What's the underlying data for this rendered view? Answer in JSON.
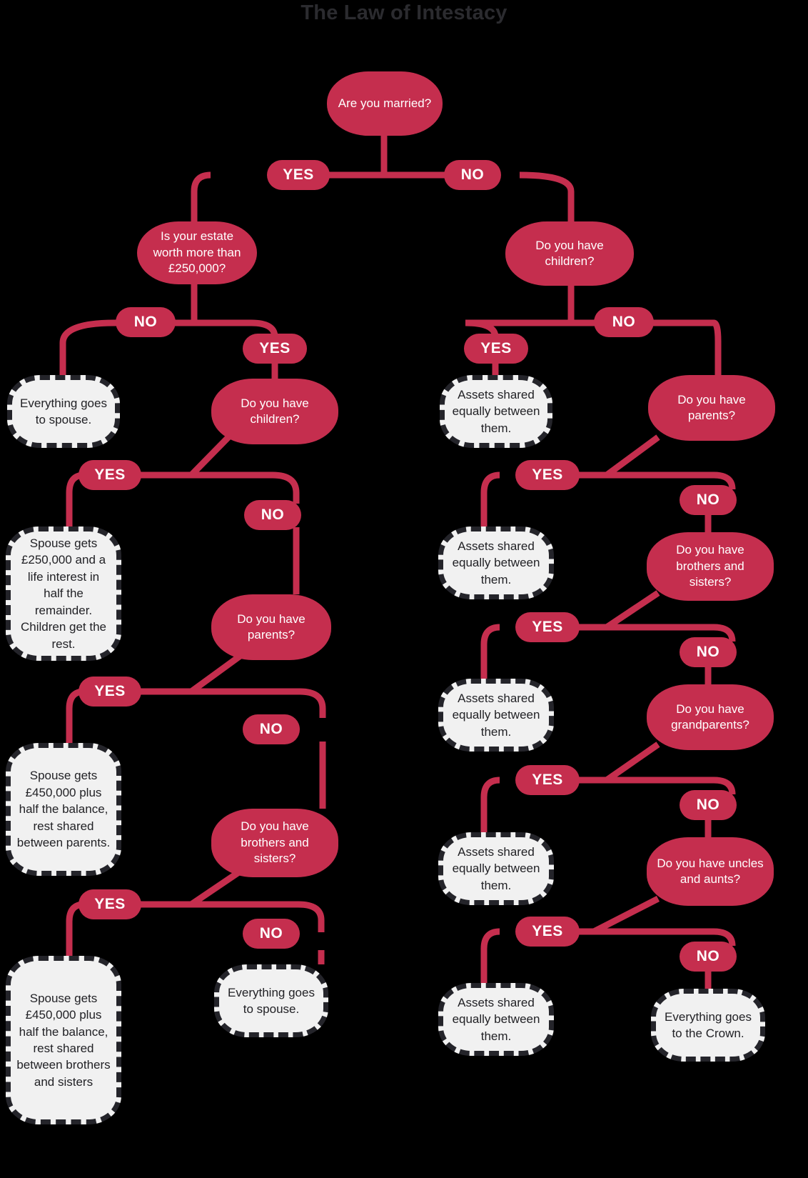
{
  "title": "The Law of Intestacy",
  "colors": {
    "background": "#000000",
    "accent": "#c52e4e",
    "outcome_fill": "#f1f1f1",
    "outcome_border": "#24242a",
    "title_text": "#2b2b2f",
    "question_text": "#ffffff",
    "outcome_text": "#222226"
  },
  "labels": {
    "yes": "YES",
    "no": "NO"
  },
  "nodes": {
    "root": "Are you married?",
    "estate_value": "Is your estate worth more than £250,000?",
    "married_children": "Do you have children?",
    "married_parents": "Do you have parents?",
    "married_siblings": "Do you have brothers and sisters?",
    "single_children": "Do you have children?",
    "single_parents": "Do you have parents?",
    "single_siblings": "Do you have brothers and sisters?",
    "single_grandparents": "Do you have grandparents?",
    "single_uncles": "Do you have uncles and aunts?"
  },
  "outcomes": {
    "everything_spouse_1": "Everything goes to spouse.",
    "spouse_250k": "Spouse gets £250,000 and a life interest in half the remainder. Children get the rest.",
    "spouse_450k_parents": "Spouse gets £450,000 plus half the balance, rest shared between parents.",
    "spouse_450k_siblings": "Spouse gets £450,000 plus half the balance, rest shared between brothers and sisters",
    "everything_spouse_2": "Everything goes to spouse.",
    "assets_children": "Assets shared equally between them.",
    "assets_parents": "Assets shared equally between them.",
    "assets_siblings": "Assets shared equally between them.",
    "assets_grandparents": "Assets shared equally between them.",
    "assets_uncles": "Assets shared equally between them.",
    "crown": "Everything goes to the Crown."
  },
  "chart_data": {
    "type": "diagram",
    "diagram_kind": "decision-tree-flowchart",
    "title": "The Law of Intestacy",
    "edges": [
      {
        "from": "Are you married?",
        "label": "YES",
        "to": "Is your estate worth more than £250,000?"
      },
      {
        "from": "Are you married?",
        "label": "NO",
        "to": "Do you have children?"
      },
      {
        "from": "Is your estate worth more than £250,000?",
        "label": "NO",
        "to": "Everything goes to spouse."
      },
      {
        "from": "Is your estate worth more than £250,000?",
        "label": "YES",
        "to": "Do you have children?"
      },
      {
        "from": "Do you have children? (married)",
        "label": "YES",
        "to": "Spouse gets £250,000 and a life interest in half the remainder. Children get the rest."
      },
      {
        "from": "Do you have children? (married)",
        "label": "NO",
        "to": "Do you have parents?"
      },
      {
        "from": "Do you have parents? (married)",
        "label": "YES",
        "to": "Spouse gets £450,000 plus half the balance, rest shared between parents."
      },
      {
        "from": "Do you have parents? (married)",
        "label": "NO",
        "to": "Do you have brothers and sisters?"
      },
      {
        "from": "Do you have brothers and sisters? (married)",
        "label": "YES",
        "to": "Spouse gets £450,000 plus half the balance, rest shared between brothers and sisters"
      },
      {
        "from": "Do you have brothers and sisters? (married)",
        "label": "NO",
        "to": "Everything goes to spouse."
      },
      {
        "from": "Do you have children? (single)",
        "label": "YES",
        "to": "Assets shared equally between them."
      },
      {
        "from": "Do you have children? (single)",
        "label": "NO",
        "to": "Do you have parents?"
      },
      {
        "from": "Do you have parents? (single)",
        "label": "YES",
        "to": "Assets shared equally between them."
      },
      {
        "from": "Do you have parents? (single)",
        "label": "NO",
        "to": "Do you have brothers and sisters?"
      },
      {
        "from": "Do you have brothers and sisters? (single)",
        "label": "YES",
        "to": "Assets shared equally between them."
      },
      {
        "from": "Do you have brothers and sisters? (single)",
        "label": "NO",
        "to": "Do you have grandparents?"
      },
      {
        "from": "Do you have grandparents?",
        "label": "YES",
        "to": "Assets shared equally between them."
      },
      {
        "from": "Do you have grandparents?",
        "label": "NO",
        "to": "Do you have uncles and aunts?"
      },
      {
        "from": "Do you have uncles and aunts?",
        "label": "YES",
        "to": "Assets shared equally between them."
      },
      {
        "from": "Do you have uncles and aunts?",
        "label": "NO",
        "to": "Everything goes to the Crown."
      }
    ]
  }
}
